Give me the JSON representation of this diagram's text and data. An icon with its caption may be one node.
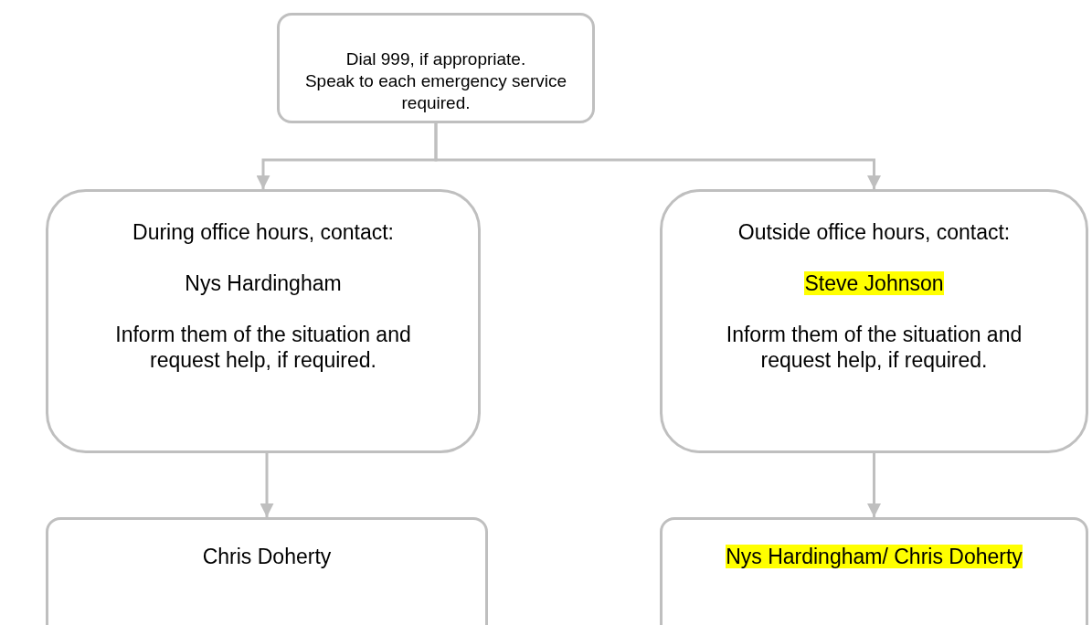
{
  "diagram": {
    "nodes": [
      {
        "text": [
          "Dial 999, if appropriate.",
          "Speak to each emergency service required."
        ]
      },
      {
        "text": [
          "During office hours, contact:",
          "Nys Hardingham",
          "Inform them of the situation and request help, if required."
        ]
      },
      {
        "text": [
          "Outside office hours, contact:",
          "Steve Johnson",
          "Inform them of the situation and request help, if required."
        ]
      },
      {
        "text": [
          "Chris Doherty"
        ]
      },
      {
        "text": [
          "Nys Hardingham/ Chris Doherty"
        ]
      }
    ],
    "edges": [
      {
        "from": 0,
        "to": 1,
        "arrow": "to"
      },
      {
        "from": 0,
        "to": 2,
        "arrow": "to"
      },
      {
        "from": 1,
        "to": 3,
        "arrow": "to"
      },
      {
        "from": 2,
        "to": 4,
        "arrow": "to"
      }
    ]
  }
}
